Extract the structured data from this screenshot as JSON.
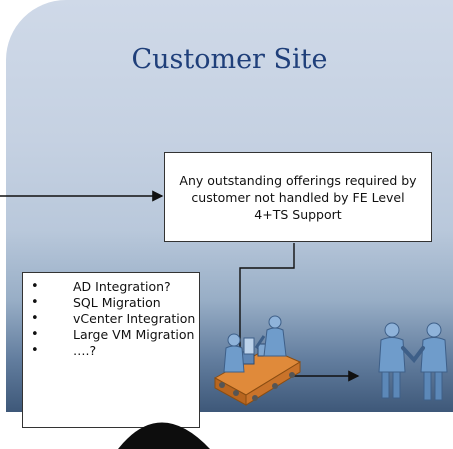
{
  "title": "Customer Site",
  "offering_box_text": "Any outstanding offerings required by customer not handled by FE Level 4+TS Support",
  "offering_items": [
    "AD Integration?",
    "SQL Migration",
    "vCenter Integration",
    "Large VM Migration",
    "….?"
  ],
  "colors": {
    "title": "#1f3f7a",
    "panel_top": "#cfd9e8",
    "panel_bottom": "#3e5879",
    "person_body": "#6f9ccb",
    "conveyor": "#e08a3a"
  },
  "icons": [
    "conveyor-workers-icon",
    "handshake-people-icon"
  ]
}
